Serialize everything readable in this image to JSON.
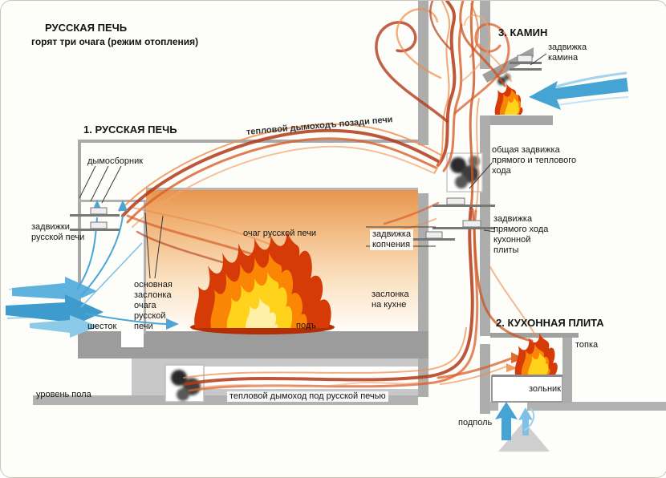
{
  "title": {
    "line1": "РУССКАЯ ПЕЧЬ",
    "line2": "горят три очага (режим отопления)"
  },
  "sections": {
    "stove": "1. РУССКАЯ ПЕЧЬ",
    "kitchen": "2. КУХОННАЯ ПЛИТА",
    "fireplace": "3. КАМИН"
  },
  "labels": {
    "fireplace_damper": "задвижка\nкамина",
    "flue_behind": "тепловой дымоходъ позади печи",
    "smoke_collector": "дымосборник",
    "common_damper": "общая задвижка\nпрямого и теплового\nхода",
    "stove_dampers": "задвижки\nрусской печи",
    "hearth": "очаг русской печи",
    "smoking_damper": "задвижка\nкопчения",
    "direct_damper": "задвижка\nпрямого хода\nкухонной\nплиты",
    "main_gate": "основная\nзаслонка\nочага\nрусской\nпечи",
    "kitchen_gate": "заслонка\nна кухне",
    "shestok": "шесток",
    "pod": "подъ",
    "firebox": "топка",
    "ashpit": "зольник",
    "floor_level": "уровень пола",
    "flue_under": "тепловой дымоход под русской печью",
    "underfloor": "подполь"
  },
  "colors": {
    "structure_gray": "#adadad",
    "slab_gray": "#9c9c9c",
    "smoke_red": "#b33a18",
    "smoke_orange": "#e06c2e",
    "flame_red": "#d63a06",
    "flame_orange": "#fb8504",
    "flame_yellow": "#ffd21c",
    "air_blue": "#45a4d4",
    "text": "#141414"
  }
}
